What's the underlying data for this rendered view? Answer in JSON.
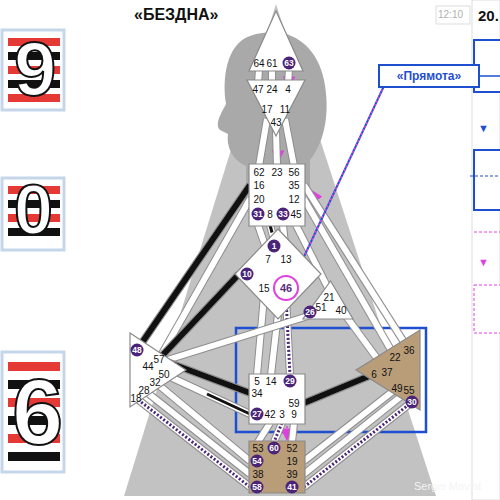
{
  "diagram": {
    "title": "«БЕЗДНА»",
    "nodes": [
      {
        "text": [
          "64",
          "61",
          "63"
        ]
      },
      {
        "text": [
          "47",
          "24",
          "4",
          "17",
          "11",
          "43"
        ]
      },
      {
        "text": [
          "62",
          "23",
          "56",
          "16",
          "35",
          "20",
          "12",
          "31",
          "8",
          "33",
          "45"
        ]
      },
      {
        "text": [
          "1",
          "7",
          "13",
          "10",
          "15",
          "46"
        ]
      },
      {
        "text": [
          "21",
          "51",
          "26",
          "40"
        ]
      },
      {
        "text": [
          "48",
          "57",
          "44",
          "50",
          "32",
          "28",
          "18"
        ]
      },
      {
        "text": [
          "5",
          "14",
          "29",
          "34",
          "59",
          "27",
          "42",
          "3",
          "9"
        ]
      },
      {
        "text": [
          "36",
          "22",
          "6",
          "37",
          "49",
          "55",
          "30"
        ]
      },
      {
        "text": [
          "53",
          "60",
          "52",
          "54",
          "19",
          "38",
          "39",
          "58",
          "41"
        ]
      },
      {
        "text": [
          "«Прямота»"
        ]
      }
    ],
    "edges": [
      {
        "from": 0,
        "to": 1,
        "arrow": "none"
      },
      {
        "from": 0,
        "to": 1,
        "arrow": "none"
      },
      {
        "from": 0,
        "to": 1,
        "arrow": "none"
      },
      {
        "from": 1,
        "to": 2,
        "arrow": "none"
      },
      {
        "from": 1,
        "to": 2,
        "arrow": "none"
      },
      {
        "from": 1,
        "to": 2,
        "arrow": "none"
      },
      {
        "from": 2,
        "to": 3,
        "arrow": "none"
      },
      {
        "from": 2,
        "to": 3,
        "arrow": "none"
      },
      {
        "from": 2,
        "to": 3,
        "arrow": "none"
      },
      {
        "from": 2,
        "to": 5,
        "arrow": "none"
      },
      {
        "from": 2,
        "to": 5,
        "arrow": "none"
      },
      {
        "from": 2,
        "to": 7,
        "arrow": "none"
      },
      {
        "from": 2,
        "to": 7,
        "arrow": "none"
      },
      {
        "from": 2,
        "to": 4,
        "arrow": "none"
      },
      {
        "from": 3,
        "to": 6,
        "arrow": "none"
      },
      {
        "from": 3,
        "to": 6,
        "arrow": "none"
      },
      {
        "from": 3,
        "to": 6,
        "arrow": "none"
      },
      {
        "from": 3,
        "to": 5,
        "arrow": "none"
      },
      {
        "from": 4,
        "to": 5,
        "arrow": "none"
      },
      {
        "from": 4,
        "to": 7,
        "arrow": "none"
      },
      {
        "from": 6,
        "to": 5,
        "arrow": "none"
      },
      {
        "from": 6,
        "to": 5,
        "arrow": "none"
      },
      {
        "from": 6,
        "to": 7,
        "arrow": "none"
      },
      {
        "from": 6,
        "to": 8,
        "arrow": "none"
      },
      {
        "from": 6,
        "to": 8,
        "arrow": "none"
      },
      {
        "from": 6,
        "to": 8,
        "arrow": "none"
      },
      {
        "from": 8,
        "to": 5,
        "arrow": "none"
      },
      {
        "from": 8,
        "to": 5,
        "arrow": "none"
      },
      {
        "from": 8,
        "to": 5,
        "arrow": "none"
      },
      {
        "from": 8,
        "to": 7,
        "arrow": "none"
      },
      {
        "from": 8,
        "to": 7,
        "arrow": "none"
      },
      {
        "from": 8,
        "to": 7,
        "arrow": "none"
      },
      {
        "from": 9,
        "to": 3,
        "arrow": "to"
      }
    ],
    "labels": [
      "12:10",
      "20.",
      "9",
      "0",
      "6",
      "▼",
      "▼",
      "Sergei Mavlat"
    ]
  }
}
